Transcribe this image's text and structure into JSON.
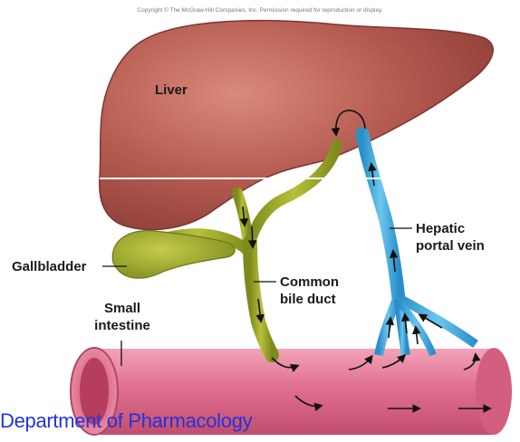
{
  "copyright": "Copyright © The McGraw-Hill Companies, Inc. Permission required for reproduction or display.",
  "labels": {
    "liver": "Liver",
    "gallbladder": "Gallbladder",
    "small_intestine_line1": "Small",
    "small_intestine_line2": "intestine",
    "common_bile_duct_line1": "Common",
    "common_bile_duct_line2": "bile duct",
    "hepatic_portal_vein_line1": "Hepatic",
    "hepatic_portal_vein_line2": "portal vein"
  },
  "footer": "Department of Pharmacology",
  "colors": {
    "liver": "#b2574e",
    "bile": "#9aa629",
    "vein": "#39a7dd",
    "intestine": "#e0708f",
    "footer_text": "#2233dd"
  }
}
